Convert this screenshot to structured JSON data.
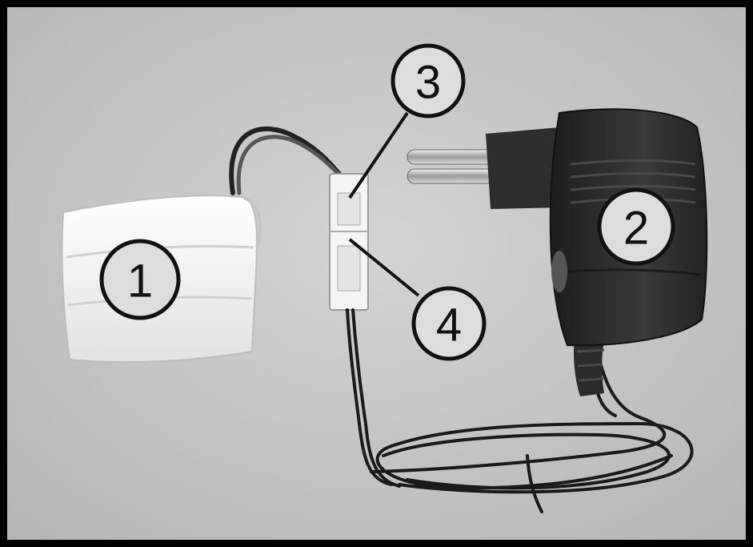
{
  "callouts": {
    "battery": "1",
    "charger": "2",
    "connector_top": "3",
    "connector_bottom": "4"
  },
  "colors": {
    "fabric_background": "#c9c9c9",
    "battery_pack": "#f3f3f3",
    "charger_body": "#2a2a2a",
    "callout_fill": "#dddddd",
    "frame": "#000000"
  }
}
